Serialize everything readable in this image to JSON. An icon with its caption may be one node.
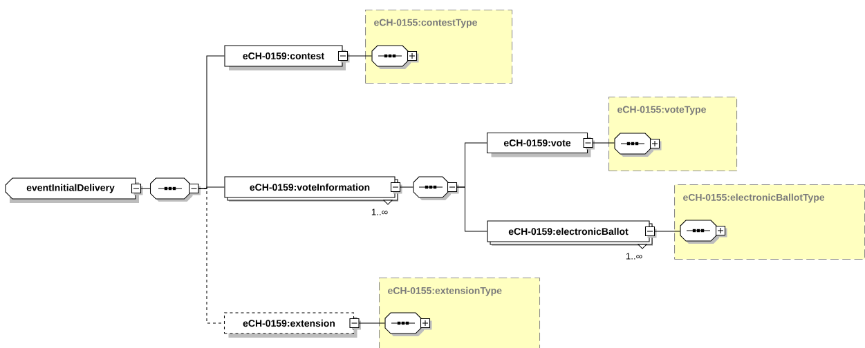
{
  "diagram": {
    "nodes": [
      {
        "text": [
          "eventInitialDelivery"
        ]
      },
      {
        "text": [],
        "shape": "octagon"
      },
      {
        "text": [
          "eCH-0159:contest"
        ]
      },
      {
        "text": [
          "eCH-0155:contestType"
        ]
      },
      {
        "text": [],
        "shape": "octagon",
        "in": 3
      },
      {
        "text": [
          "eCH-0159:voteInformation"
        ],
        "beside": [
          "1..∞"
        ]
      },
      {
        "text": [],
        "shape": "octagon"
      },
      {
        "text": [
          "eCH-0159:vote"
        ]
      },
      {
        "text": [
          "eCH-0155:voteType"
        ]
      },
      {
        "text": [],
        "shape": "octagon",
        "in": 8
      },
      {
        "text": [
          "eCH-0159:electronicBallot"
        ],
        "beside": [
          "1..∞"
        ]
      },
      {
        "text": [
          "eCH-0155:electronicBallotType"
        ]
      },
      {
        "text": [],
        "shape": "octagon",
        "in": 11
      },
      {
        "text": [
          "eCH-0159:extension"
        ]
      },
      {
        "text": [
          "eCH-0155:extensionType"
        ]
      },
      {
        "text": [],
        "shape": "octagon",
        "in": 14
      }
    ],
    "edges": [
      {
        "from": 0,
        "to": 1,
        "arrow": "none"
      },
      {
        "from": 1,
        "to": 2,
        "arrow": "none"
      },
      {
        "from": 1,
        "to": 5,
        "arrow": "none"
      },
      {
        "from": 1,
        "to": 13,
        "arrow": "none",
        "style": "dashed"
      },
      {
        "from": 2,
        "to": 4,
        "arrow": "none"
      },
      {
        "from": 5,
        "to": 6,
        "arrow": "none"
      },
      {
        "from": 6,
        "to": 7,
        "arrow": "none"
      },
      {
        "from": 6,
        "to": 10,
        "arrow": "none"
      },
      {
        "from": 7,
        "to": 9,
        "arrow": "none"
      },
      {
        "from": 10,
        "to": 12,
        "arrow": "none"
      },
      {
        "from": 13,
        "to": 15,
        "arrow": "none"
      }
    ]
  }
}
